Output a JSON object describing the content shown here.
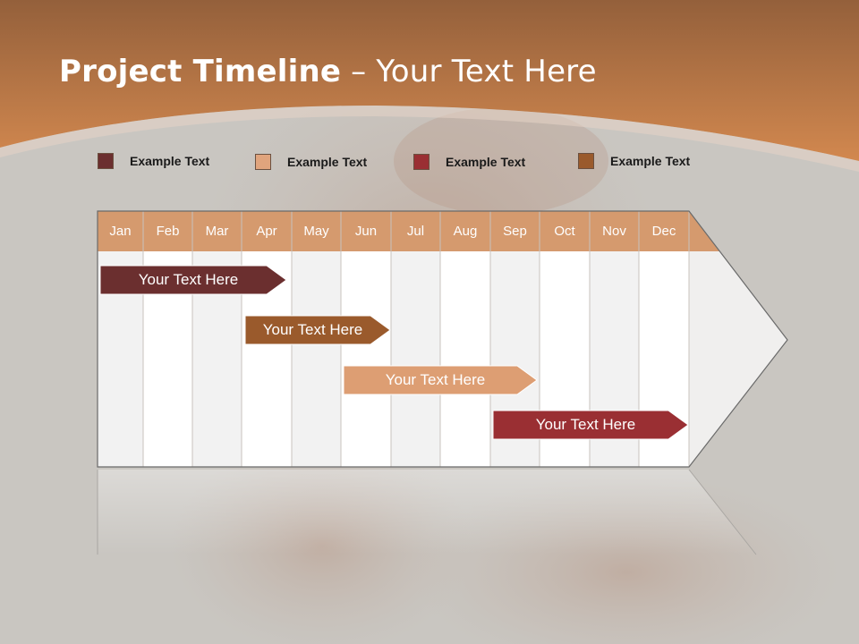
{
  "slide": {
    "title_bold": "Project Timeline",
    "title_rest": " – Your Text Here"
  },
  "colors": {
    "header_orange": "#cf8451",
    "header_dark": "#96613c",
    "month_row": "#d59a6e",
    "legend_1": "#6b2f2f",
    "legend_2": "#e0a47d",
    "legend_3": "#9a2f33",
    "legend_4": "#9a5a2c"
  },
  "legend": [
    {
      "label": "Example Text",
      "color": "#6b2f2f"
    },
    {
      "label": "Example Text",
      "color": "#e0a47d"
    },
    {
      "label": "Example Text",
      "color": "#9a2f33"
    },
    {
      "label": "Example Text",
      "color": "#9a5a2c"
    }
  ],
  "months": [
    "Jan",
    "Feb",
    "Mar",
    "Apr",
    "May",
    "Jun",
    "Jul",
    "Aug",
    "Sep",
    "Oct",
    "Nov",
    "Dec"
  ],
  "bars": [
    {
      "label": "Your  Text Here",
      "color": "#6b2f2f"
    },
    {
      "label": "Your  Text Here",
      "color": "#9a5a2c"
    },
    {
      "label": "Your  Text Here",
      "color": "#dd9e73"
    },
    {
      "label": "Your  Text Here",
      "color": "#9a2f33"
    }
  ]
}
